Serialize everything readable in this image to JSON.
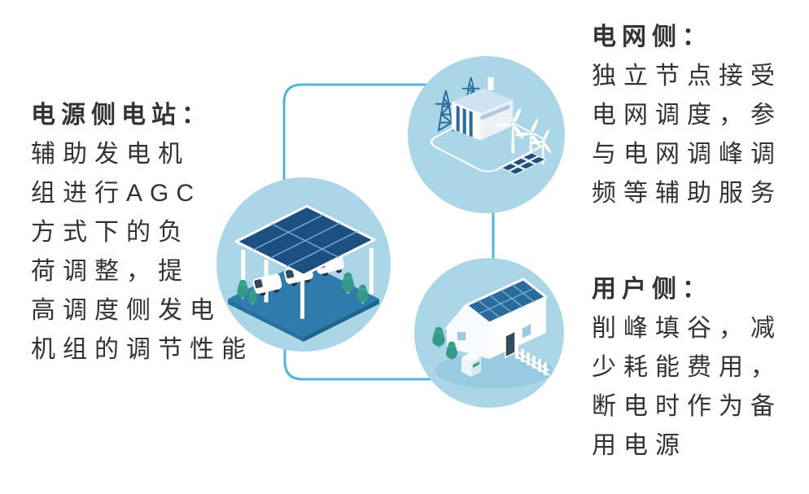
{
  "colors": {
    "circle_fill": "#aad6e8",
    "connector_line": "#56b4da",
    "text": "#333333",
    "dark_blue": "#2a6b9c",
    "solar_panel_blue": "#1d5080",
    "tree_teal": "#3ba390",
    "white": "#ffffff"
  },
  "station": {
    "title": "电源侧电站：",
    "lines": [
      "辅助发电机",
      "组进行AGC",
      "方式下的负",
      "荷调整，提",
      "高调度侧发电",
      "机组的调节性能"
    ],
    "icon": "solar-carport-power-station-icon"
  },
  "grid": {
    "title": "电网侧：",
    "lines": [
      "独立节点接受",
      "电网调度，参",
      "与电网调峰调",
      "频等辅助服务"
    ],
    "icon": "power-grid-turbines-icon"
  },
  "user": {
    "title": "用户侧：",
    "lines": [
      "削峰填谷，减",
      "少耗能费用，",
      "断电时作为备",
      "用电源"
    ],
    "icon": "solar-home-battery-icon"
  }
}
